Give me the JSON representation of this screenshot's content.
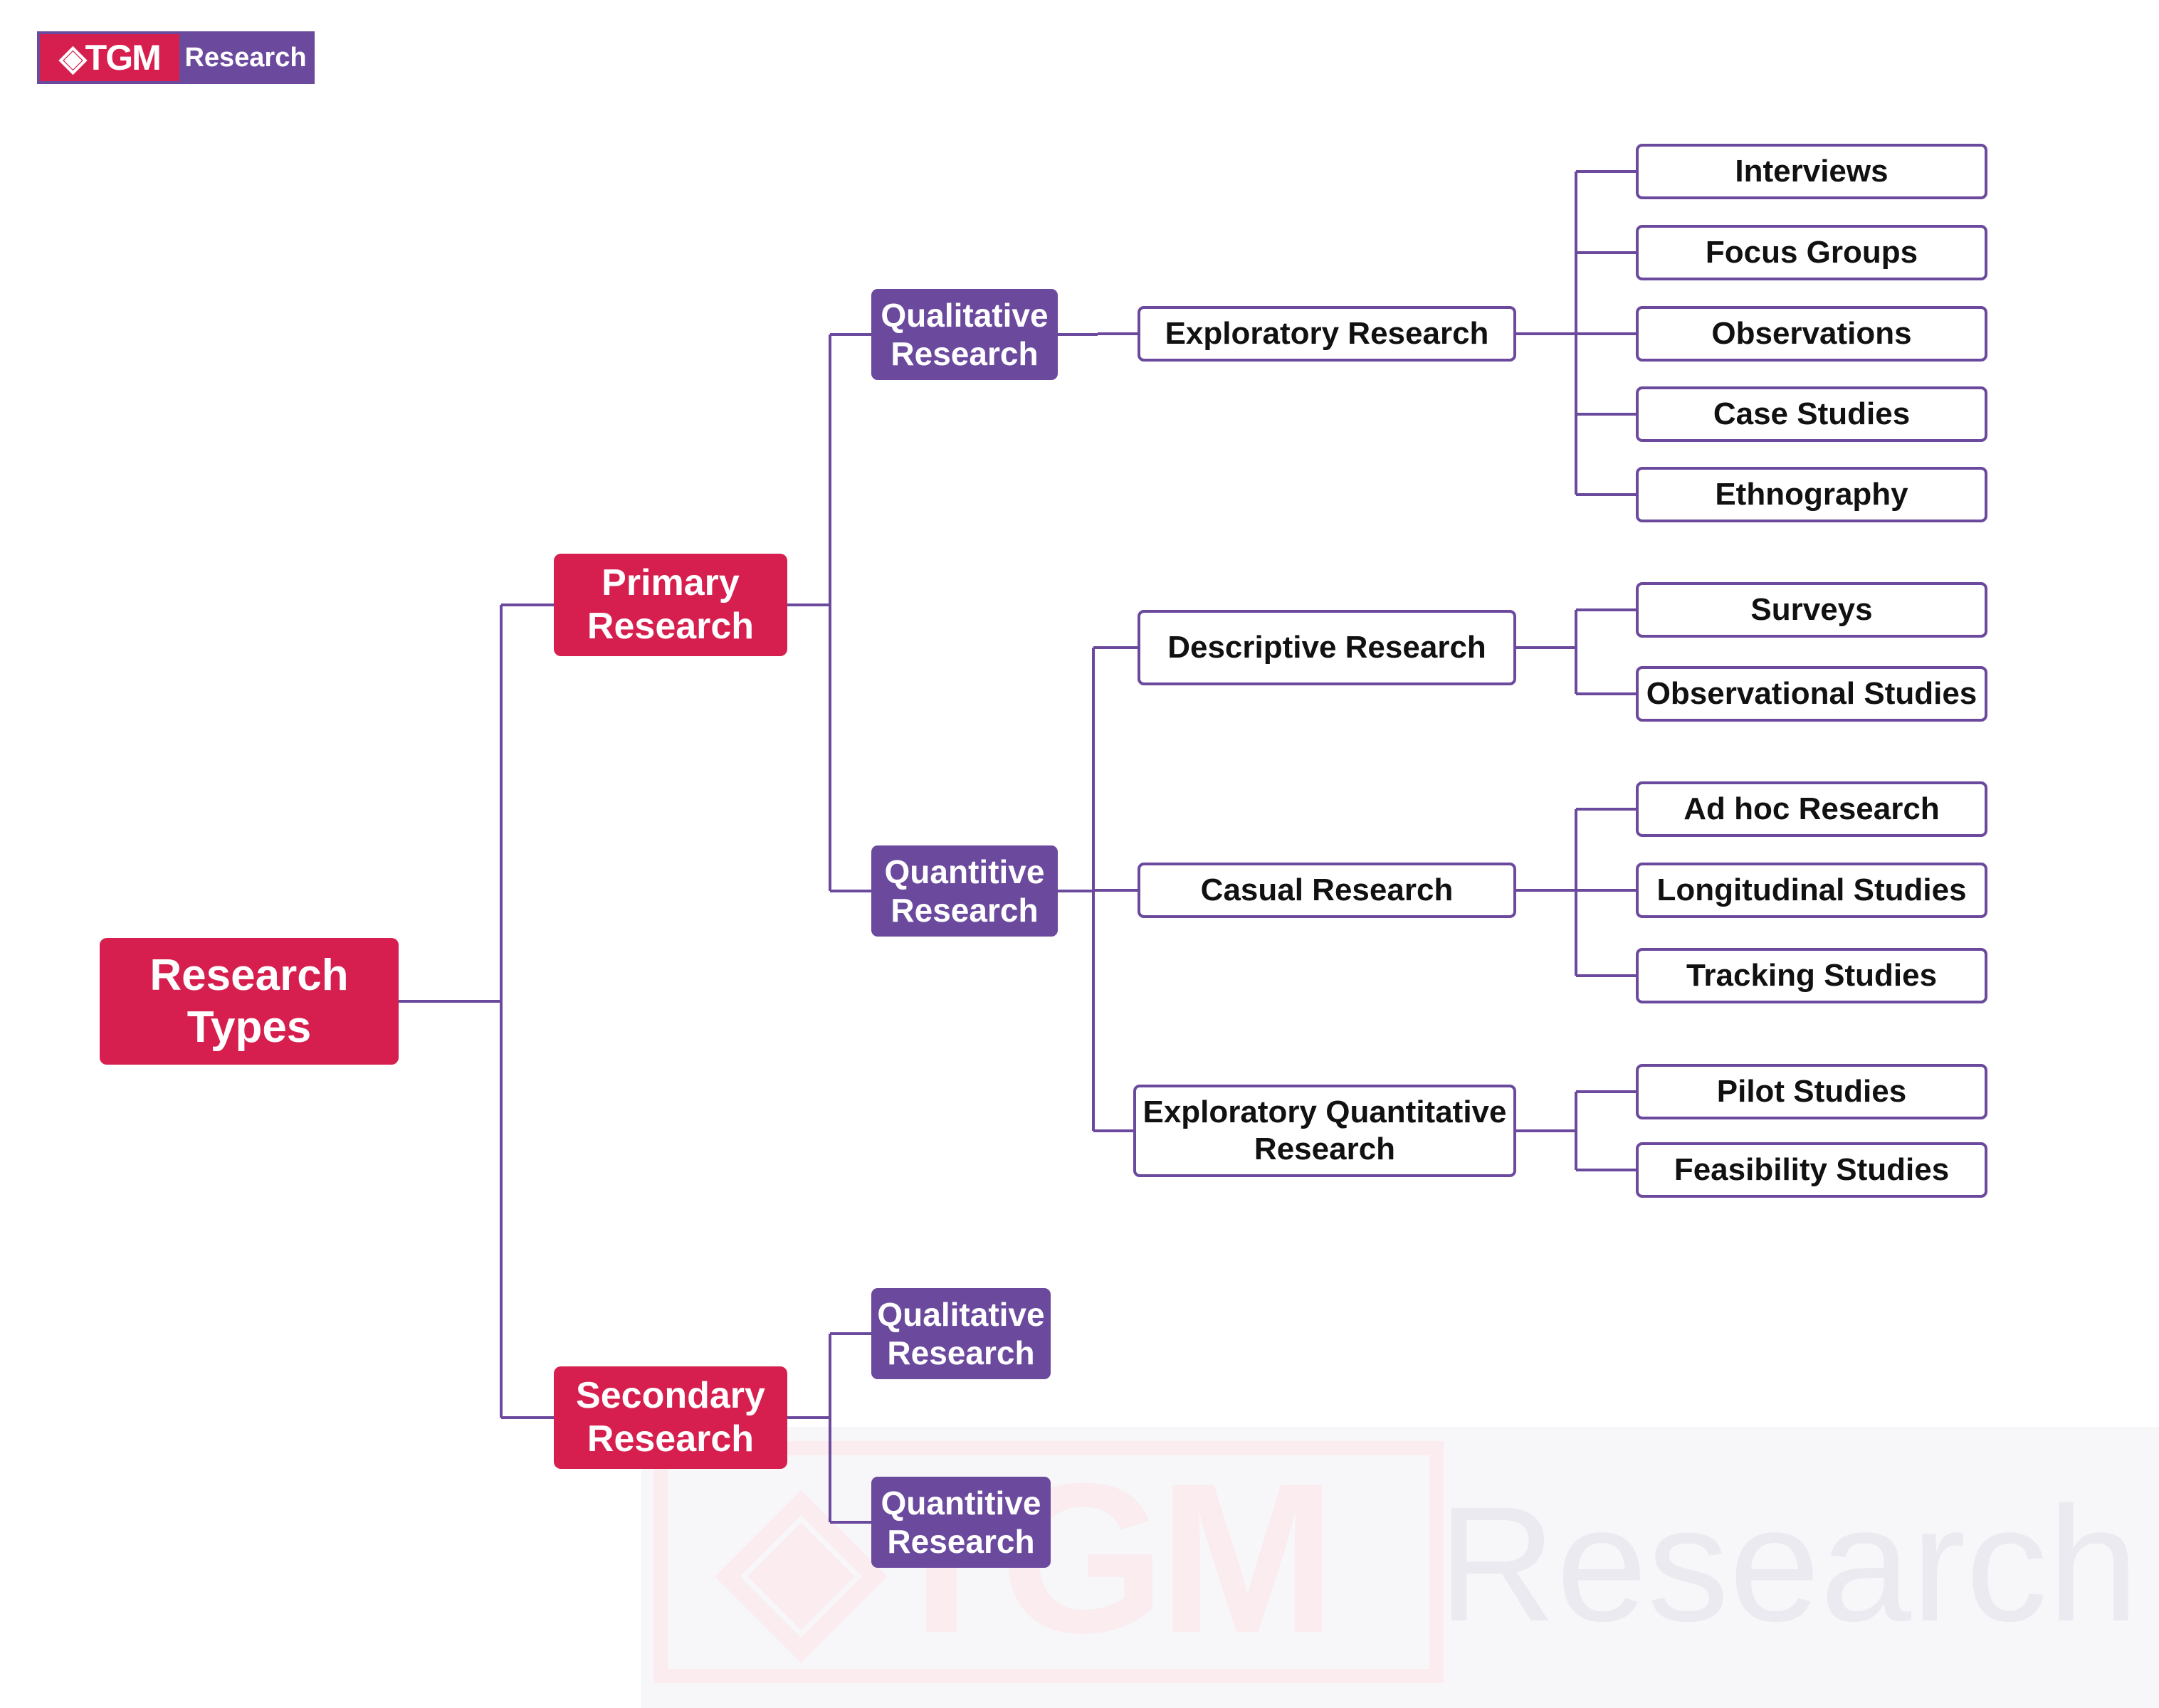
{
  "logo": {
    "mark": "◈TGM",
    "word": "Research"
  },
  "watermark": {
    "mark": "◈TGM",
    "word": "Research"
  },
  "colors": {
    "primary_red": "#d61f4e",
    "primary_purple": "#6b4a9e",
    "connector": "#6b4a9e",
    "leaf_background": "#ffffff"
  },
  "diagram": {
    "root": "Research\nTypes",
    "primary": "Primary\nResearch",
    "secondary": "Secondary\nResearch",
    "primary_qualitative": "Qualitative\nResearch",
    "primary_quantitative": "Quantitive\nResearch",
    "secondary_qualitative": "Qualitative\nResearch",
    "secondary_quantitative": "Quantitive\nResearch",
    "exploratory": "Exploratory Research",
    "descriptive": "Descriptive Research",
    "casual": "Casual Research",
    "exploratory_quantitative": "Exploratory Quantitative\nResearch",
    "leaves": {
      "interviews": "Interviews",
      "focus_groups": "Focus Groups",
      "observations": "Observations",
      "case_studies": "Case Studies",
      "ethnography": "Ethnography",
      "surveys": "Surveys",
      "observational_studies": "Observational Studies",
      "ad_hoc": "Ad hoc Research",
      "longitudinal": "Longitudinal Studies",
      "tracking": "Tracking Studies",
      "pilot": "Pilot Studies",
      "feasibility": "Feasibility Studies"
    }
  }
}
